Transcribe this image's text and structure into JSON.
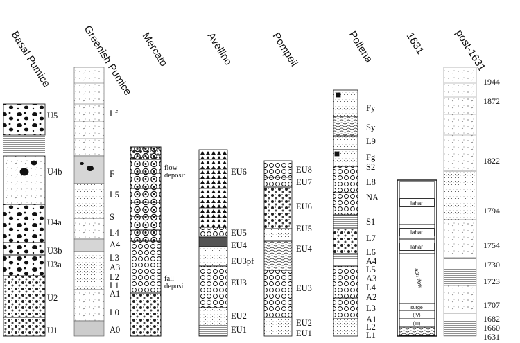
{
  "columns": [
    {
      "name": "Basal Pumice",
      "labels": [
        "U5",
        "U4b",
        "U4a",
        "U3b",
        "U3a",
        "U2",
        "U1"
      ]
    },
    {
      "name": "Greenish Pumice",
      "labels": [
        "Lf",
        "F",
        "L5",
        "S",
        "L4",
        "A4",
        "L3",
        "A3",
        "L2",
        "L1",
        "A1",
        "L0",
        "A0"
      ]
    },
    {
      "name": "Mercato",
      "labels": [],
      "notes": [
        "flow deposit",
        "fall deposit"
      ]
    },
    {
      "name": "Avellino",
      "labels": [
        "EU6",
        "EU5",
        "EU4",
        "EU3pf",
        "EU3",
        "EU2",
        "EU1"
      ]
    },
    {
      "name": "Pompeii",
      "labels": [
        "EU8",
        "EU7",
        "EU6",
        "EU5",
        "EU4",
        "EU3",
        "EU2",
        "EU1"
      ]
    },
    {
      "name": "Pollena",
      "labels": [
        "Fy",
        "Sy",
        "L9",
        "Fg",
        "S2",
        "L8",
        "NA",
        "S1",
        "L7",
        "L6",
        "A4",
        "L5",
        "A3",
        "L4",
        "A2",
        "L3",
        "A1",
        "L2",
        "L1"
      ]
    },
    {
      "name": "1631",
      "units": [
        "lahar",
        "lahar",
        "lahar",
        "ash flow",
        "surge",
        "(IV)",
        "(III)"
      ]
    },
    {
      "name": "post-1631",
      "labels": [
        "1944",
        "1872",
        "1822",
        "1794",
        "1754",
        "1730",
        "1723",
        "1707",
        "1682",
        "1660",
        "1631"
      ]
    }
  ]
}
